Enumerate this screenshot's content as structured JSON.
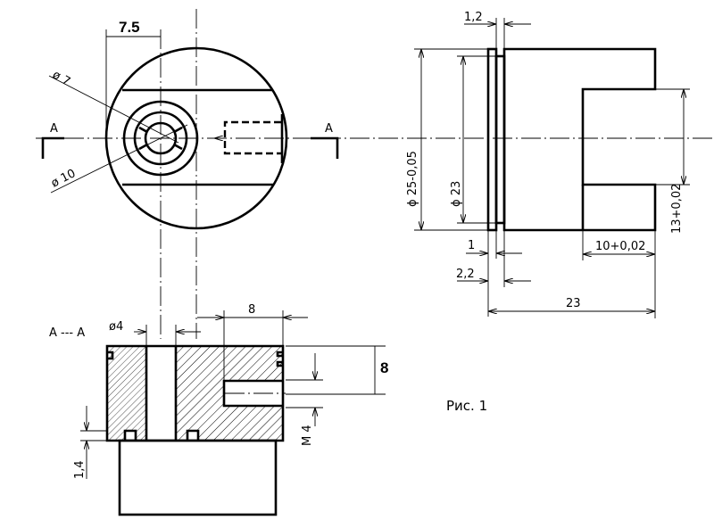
{
  "figure_caption": "Рис. 1",
  "front_view": {
    "dim_offset": "7.5",
    "dim_dia_inner": "ø 7",
    "dim_dia_outer": "ø 10",
    "section_mark_left": "A",
    "section_mark_right": "A"
  },
  "section_view": {
    "title": "A --- A",
    "dim_hole": "ø4",
    "dim_pocket_length": "8",
    "dim_height": "8",
    "dim_thread": "M 4",
    "dim_groove": "1,4"
  },
  "side_view": {
    "dim_outer_dia": "ϕ 25-0,05",
    "dim_inner_dia": "ϕ 23",
    "dim_gap": "1,2",
    "dim_flange": "1",
    "dim_flange_total": "2,2",
    "dim_slot_depth": "10+0,02",
    "dim_slot_width": "13+0,02",
    "dim_length": "23"
  }
}
